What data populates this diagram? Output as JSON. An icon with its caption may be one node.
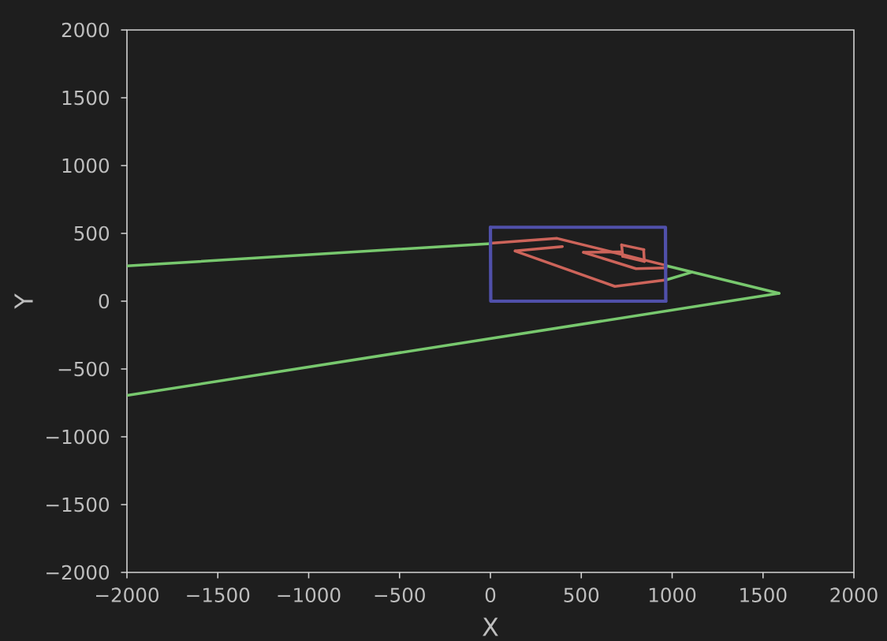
{
  "diagram": {
    "chart_data": {
      "type": "line",
      "xlabel": "X",
      "ylabel": "Y",
      "xlim": [
        -2000,
        2000
      ],
      "ylim": [
        -2000,
        2000
      ],
      "xticks": [
        {
          "value": -2000,
          "label": "−2000"
        },
        {
          "value": -1500,
          "label": "−1500"
        },
        {
          "value": -1000,
          "label": "−1000"
        },
        {
          "value": -500,
          "label": "−500"
        },
        0,
        500,
        1000,
        1500,
        2000
      ],
      "yticks": [
        {
          "value": -2000,
          "label": "−2000"
        },
        {
          "value": -1500,
          "label": "−1500"
        },
        {
          "value": -1000,
          "label": "−1000"
        },
        {
          "value": -500,
          "label": "−500"
        },
        0,
        500,
        1000,
        1500,
        2000
      ],
      "series": [
        {
          "color": "#78c86e",
          "x": [
            -2000,
            0
          ],
          "values": [
            260,
            425
          ]
        },
        {
          "color": "#78c86e",
          "x": [
            967,
            1588
          ],
          "values": [
            262,
            58
          ]
        },
        {
          "color": "#78c86e",
          "x": [
            -2000,
            1588
          ],
          "values": [
            -695,
            58
          ]
        },
        {
          "color": "#78c86e",
          "x": [
            967,
            1110
          ],
          "values": [
            157,
            214
          ]
        },
        {
          "color": "#cd645a",
          "x": [
            0,
            367,
            967
          ],
          "values": [
            428,
            463,
            264
          ]
        },
        {
          "color": "#cd645a",
          "x": [
            136,
            396
          ],
          "values": [
            370,
            403
          ]
        },
        {
          "color": "#cd645a",
          "x": [
            136,
            685,
            967
          ],
          "values": [
            370,
            109,
            157
          ]
        },
        {
          "color": "#cd645a",
          "x": [
            512,
            714
          ],
          "values": [
            360,
            364
          ]
        },
        {
          "color": "#cd645a",
          "x": [
            512,
            801,
            967
          ],
          "values": [
            360,
            240,
            245
          ]
        },
        {
          "color": "#cd645a",
          "x": [
            722,
            845
          ],
          "values": [
            415,
            380
          ]
        },
        {
          "color": "#cd645a",
          "x": [
            728,
            847
          ],
          "values": [
            331,
            293
          ]
        },
        {
          "color": "#cd645a",
          "x": [
            722,
            728
          ],
          "values": [
            415,
            331
          ]
        },
        {
          "color": "#cd645a",
          "x": [
            843,
            847
          ],
          "values": [
            380,
            293
          ]
        },
        {
          "color": "#5050aa",
          "x": [
            0,
            2,
            965
          ],
          "values": [
            545,
            0,
            0
          ]
        },
        {
          "color": "#5050aa",
          "x": [
            0,
            963,
            965
          ],
          "values": [
            545,
            545,
            0
          ]
        }
      ]
    }
  }
}
